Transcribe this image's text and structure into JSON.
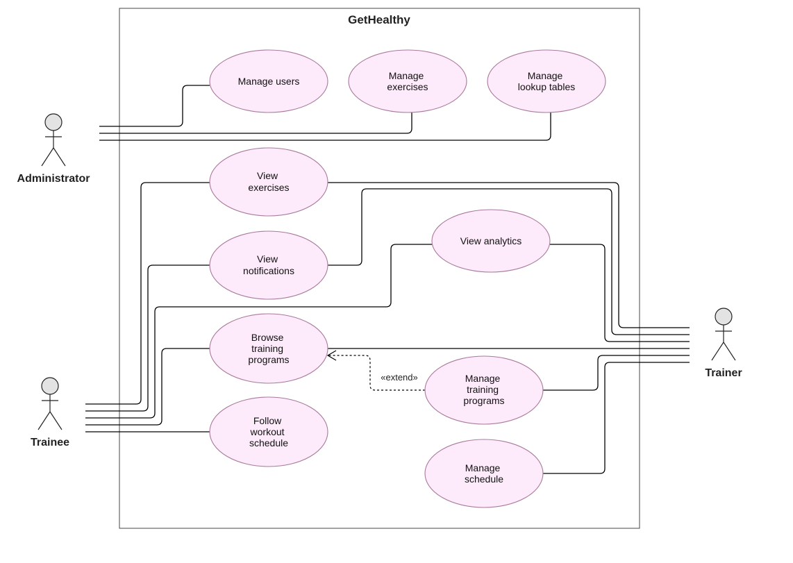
{
  "system": {
    "title": "GetHealthy"
  },
  "actors": {
    "administrator": "Administrator",
    "trainee": "Trainee",
    "trainer": "Trainer"
  },
  "use_cases": {
    "manage_users": [
      "Manage users"
    ],
    "manage_exercises": [
      "Manage",
      "exercises"
    ],
    "manage_lookup_tables": [
      "Manage",
      "lookup tables"
    ],
    "view_exercises": [
      "View",
      "exercises"
    ],
    "view_notifications": [
      "View",
      "notifications"
    ],
    "view_analytics": [
      "View analytics"
    ],
    "browse_training_programs": [
      "Browse",
      "training",
      "programs"
    ],
    "follow_workout_schedule": [
      "Follow",
      "workout",
      "schedule"
    ],
    "manage_training_programs": [
      "Manage",
      "training",
      "programs"
    ],
    "manage_schedule": [
      "Manage",
      "schedule"
    ]
  },
  "relationships": {
    "extend_label": "«extend»"
  },
  "colors": {
    "use_case_fill": "#fdeafa",
    "use_case_stroke": "#a8799a",
    "actor_head": "#e3e3e3",
    "line": "#000000"
  }
}
